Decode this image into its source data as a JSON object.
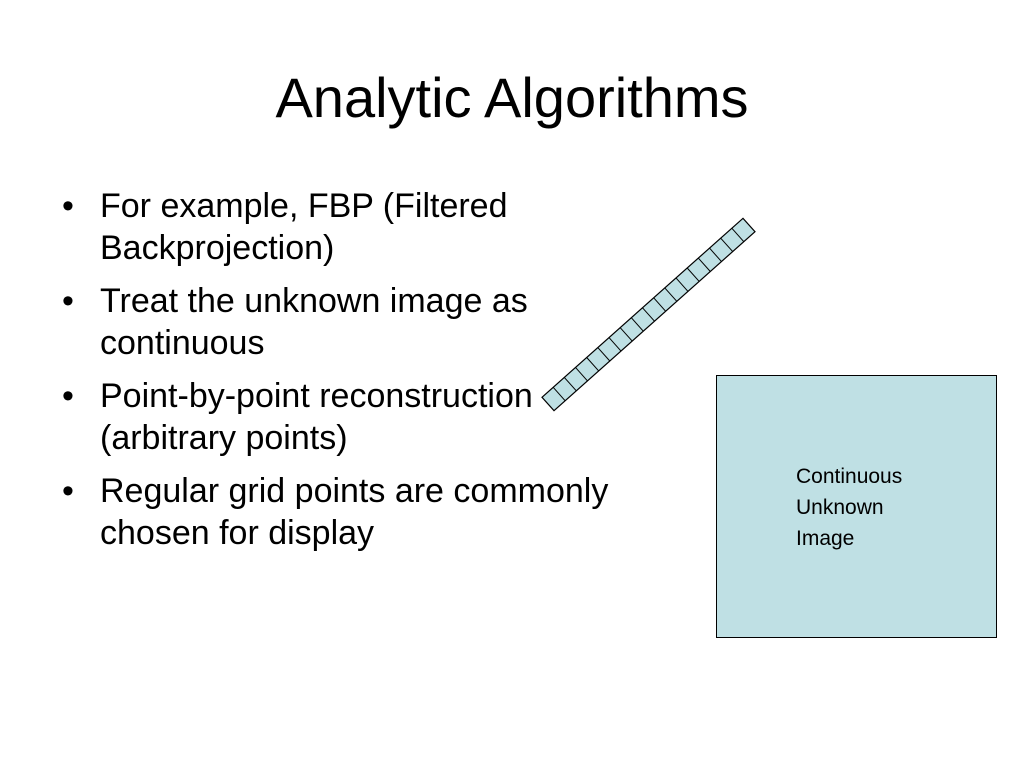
{
  "slide": {
    "title": "Analytic Algorithms",
    "bullets": [
      {
        "marker": "•",
        "text": "For example, FBP (Filtered Backprojection)"
      },
      {
        "marker": "•",
        "text": "Treat the unknown image as continuous"
      },
      {
        "marker": "•",
        "text": "Point-by-point reconstruction (arbitrary points)"
      },
      {
        "marker": "•",
        "text": "Regular grid points are commonly chosen for display"
      }
    ]
  },
  "diagram": {
    "detector": {
      "cell_count": 18,
      "fill_color": "#bfe0e4",
      "stroke_color": "#000000"
    },
    "image_box": {
      "fill_color": "#bfe0e4",
      "label_lines": [
        "Continuous",
        "Unknown",
        "Image"
      ]
    }
  }
}
